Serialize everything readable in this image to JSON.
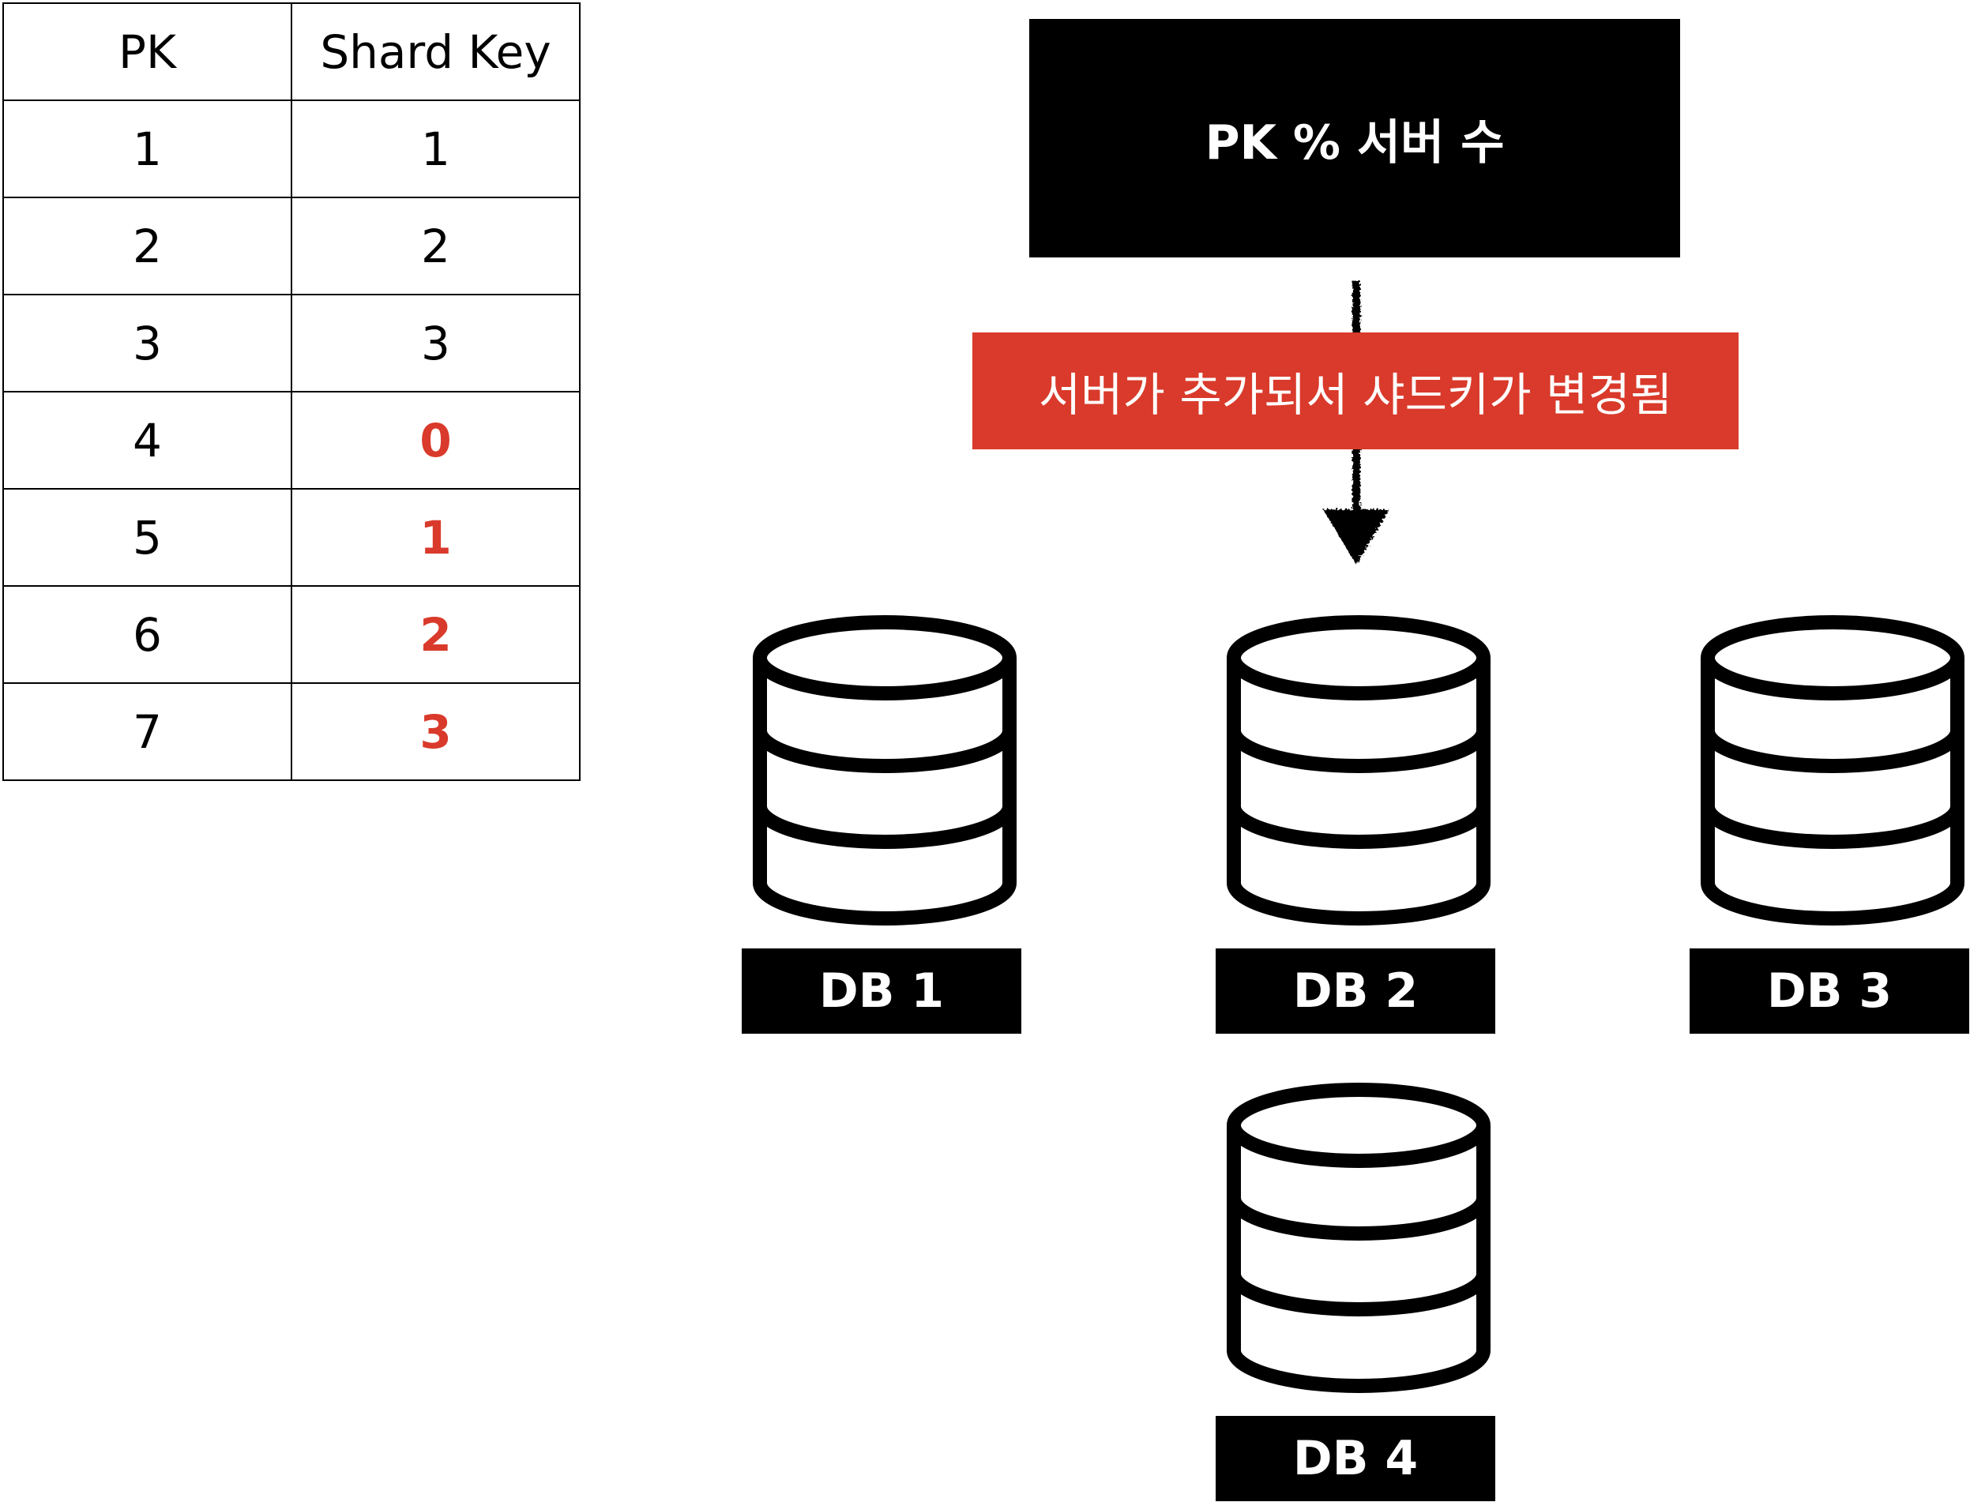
{
  "table": {
    "headers": [
      "PK",
      "Shard Key"
    ],
    "rows": [
      {
        "pk": "1",
        "shard_key": "1",
        "changed": false
      },
      {
        "pk": "2",
        "shard_key": "2",
        "changed": false
      },
      {
        "pk": "3",
        "shard_key": "3",
        "changed": false
      },
      {
        "pk": "4",
        "shard_key": "0",
        "changed": true
      },
      {
        "pk": "5",
        "shard_key": "1",
        "changed": true
      },
      {
        "pk": "6",
        "shard_key": "2",
        "changed": true
      },
      {
        "pk": "7",
        "shard_key": "3",
        "changed": true
      }
    ]
  },
  "formula": "PK % 서버 수",
  "change_note": "서버가 추가되서 샤드키가 변경됨",
  "databases": [
    {
      "label": "DB 1"
    },
    {
      "label": "DB 2"
    },
    {
      "label": "DB 3"
    },
    {
      "label": "DB 4"
    }
  ],
  "colors": {
    "accent_red": "#d93a2b",
    "box_black": "#000000",
    "text_white": "#ffffff"
  },
  "icons": {
    "database": "database-cylinder-icon",
    "arrow": "arrow-down-icon"
  }
}
